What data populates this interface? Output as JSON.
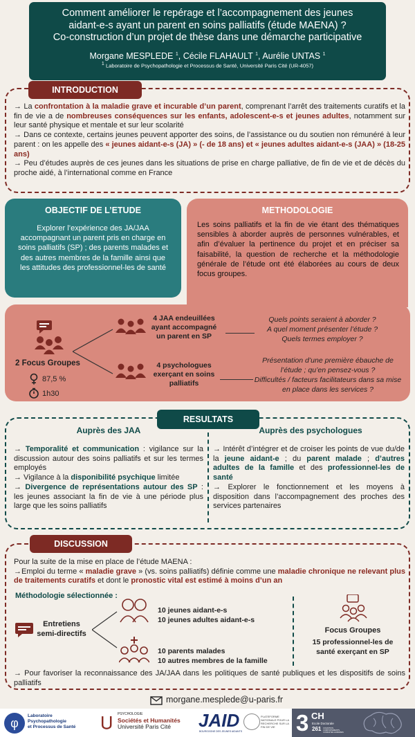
{
  "header": {
    "title1": "Comment améliorer le repérage et l’accompagnement des jeunes",
    "title2": "aidant-e-s ayant un parent en soins palliatifs (étude MAENA) ?",
    "title3": "Co-construction d’un projet de thèse dans une démarche participative",
    "authors": [
      "Morgane MESPLEDE",
      "Cécile FLAHAULT",
      "Aurélie UNTAS"
    ],
    "sup": "1",
    "affiliation": "Laboratoire de Psychopathologie et Processus de Santé, Université Paris Cité (UR-4057)"
  },
  "introduction": {
    "label": "INTRODUCTION",
    "p1": {
      "a": "→ La ",
      "b": "confrontation à la maladie grave et incurable d’un parent",
      "c": ", comprenant l’arrêt des traitements curatifs et la fin de vie a de ",
      "d": "nombreuses conséquences sur les enfants, adolescent-e-s et jeunes adultes",
      "e": ", notamment sur leur santé physique et mentale et sur leur scolarité"
    },
    "p2": {
      "a": "→ Dans ce contexte, certains jeunes peuvent apporter des soins, de l’assistance ou du soutien non rémunéré à leur parent : on les appelle des ",
      "b": "« jeunes aidant-e-s (JA) » (- de 18 ans) et « jeunes adultes aidant-e-s (JAA) » (18-25 ans)"
    },
    "p3": "→ Peu d’études auprès de ces jeunes dans les situations de prise en charge palliative, de fin de vie et de décès du proche aidé, à l’international comme en France"
  },
  "objectif": {
    "title": "OBJECTIF DE L’ETUDE",
    "text": "Explorer l’expérience des JA/JAA accompagnant un parent pris en charge en soins palliatifs (SP) ; des parents malades et des autres membres de la famille ainsi que les attitudes des professionnel-les de santé"
  },
  "methodologie": {
    "title": "METHODOLOGIE",
    "text": "Les soins palliatifs et la fin de vie étant des thématiques sensibles à aborder auprès de personnes vulnérables, et afin d’évaluer la pertinence du projet et en préciser sa faisabilité, la question de recherche et la méthodologie générale de l’étude ont été élaborées au cours de deux focus groupes.",
    "fg_label": "2 Focus Groupes",
    "pct": "87,5 %",
    "dur": "1h30",
    "g1": "4 JAA endeuillées ayant accompagné un parent en SP",
    "g2": "4 psychologues exerçant en soins palliatifs",
    "q1": [
      "Quels points seraient à aborder ?",
      "A quel moment présenter l’étude ?",
      "Quels termes employer ?"
    ],
    "q2": [
      "Présentation d’une première ébauche de l’étude ; qu’en pensez-vous ?",
      "Difficultés / facteurs facilitateurs dans sa mise en place dans les services ?"
    ]
  },
  "resultats": {
    "label": "RESULTATS",
    "jaa_title": "Auprès des JAA",
    "psy_title": "Auprès des psychologues",
    "jaa": {
      "a1": "→ ",
      "a2": "Temporalité et communication",
      "a3": " : vigilance sur la discussion autour des soins palliatifs et sur les termes employés",
      "b1": "→ Vigilance à la ",
      "b2": "disponibilité psychique",
      "b3": " limitée",
      "c1": "→ ",
      "c2": "Divergence de représentations autour des SP",
      "c3": " : les jeunes associant la fin de vie à une période plus large que les soins palliatifs"
    },
    "psy": {
      "a1": "→ Intérêt d’intégrer et de croiser les points de vue du/de la ",
      "a2": "jeune aidant-e",
      "a3": " ; du ",
      "a4": "parent malade",
      "a5": " ; ",
      "a6": "d’autres adultes de la famille",
      "a7": " et des ",
      "a8": "professionnel-les de santé",
      "b": "→ Explorer le fonctionnement et les moyens à disposition dans l’accompagnement des proches des services partenaires"
    }
  },
  "discussion": {
    "label": "DISCUSSION",
    "intro": "Pour la suite de la mise en place de l’étude MAENA :",
    "l1": "→Emploi du terme « ",
    "l2": "maladie grave",
    "l3": " » (vs. soins palliatifs) définie comme une ",
    "l4": "maladie chronique ne relevant plus de traitements curatifs",
    "l5": " et dont le ",
    "l6": "pronostic vital est estimé à moins d’un an",
    "method": "Méthodologie sélectionnée :",
    "entretiens": "Entretiens semi-directifs",
    "g1a": "10 jeunes aidant-e-s",
    "g1b": "10 jeunes adultes aidant-e-s",
    "g2a": "10 parents malades",
    "g2b": "10 autres membres de la famille",
    "fg_title": "Focus Groupes",
    "fg_text": "15 professionnel-les de santé exerçant en SP",
    "last": "→ Pour favoriser la reconnaissance des JA/JAA dans les politiques de santé publiques et les dispositifs de soins palliatifs"
  },
  "email": "morgane.mesplede@u-paris.fr",
  "logos": {
    "labo": [
      "Laboratoire",
      "Psychopathologie",
      "et Processus de Santé"
    ],
    "psy": "PSYCHOLOGIE",
    "sh": "Sociétés et Humanités",
    "upc": "Université Paris Cité",
    "jaid": "JAID",
    "jaid_sub": "BOURGOGNE DES JEUNES AIDANTS",
    "plat": "PLATEFORME NATIONALE POUR LA RECHERCHE SUR LA FIN DE VIE",
    "ed_num": "3",
    "ed_ch": "CH",
    "ed_txt": "Ecole Doctorale",
    "ed_code": "261",
    "ed_sub": "COGNITION, COMPORTEMENTS, CONDUITES HUMAINES"
  },
  "colors": {
    "teal": "#0f4a48",
    "teal_light": "#2a7c7e",
    "salmon": "#d9897d",
    "maroon": "#7d2a24",
    "bg": "#f3efe9"
  }
}
